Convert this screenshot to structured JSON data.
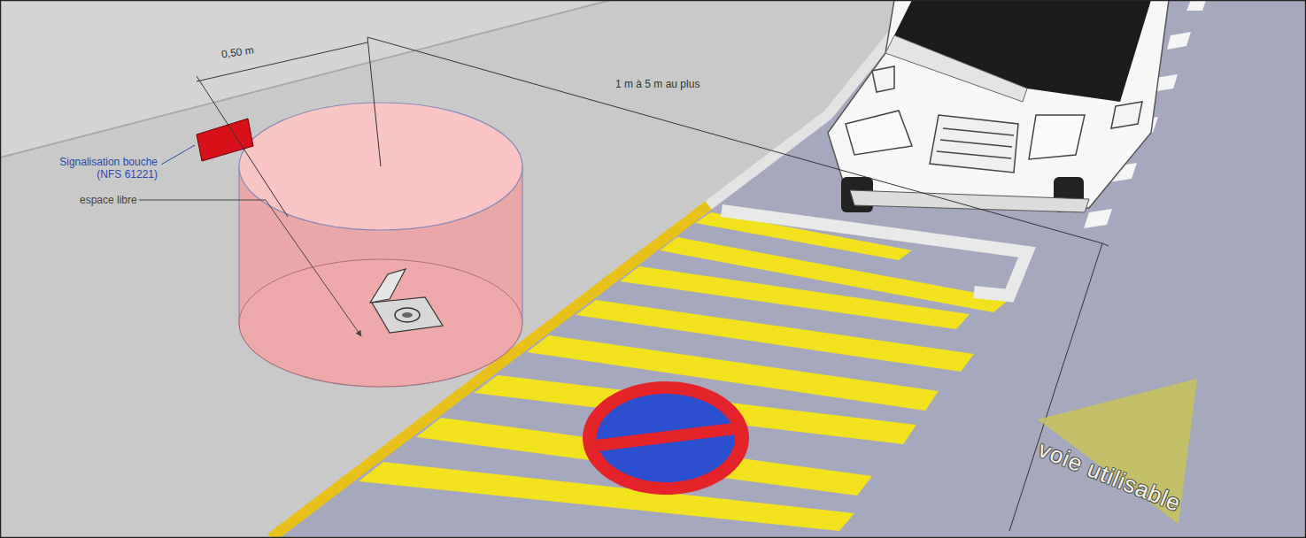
{
  "diagram": {
    "nodes": [
      {
        "text": [
          "voie utilisable"
        ]
      }
    ],
    "labels": [
      "0,50 m",
      "1 m à 5 m au plus",
      "Signalisation bouche (NFS 61221)",
      "espace libre"
    ]
  }
}
